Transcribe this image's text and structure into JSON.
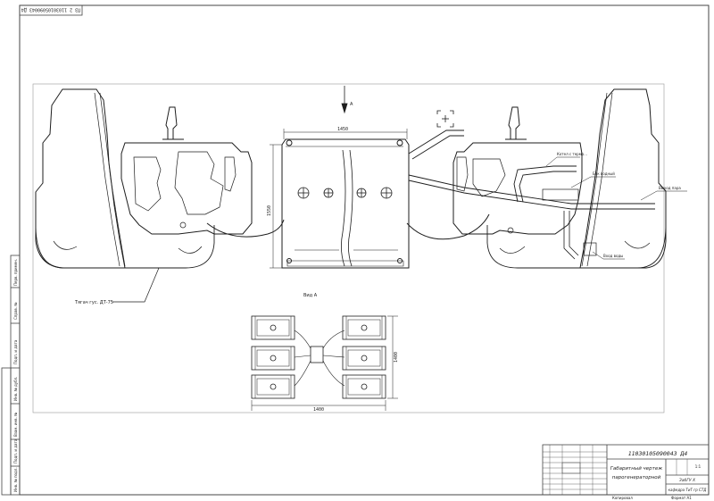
{
  "sheet": {
    "corner_stamp": "ПЗ 2 11030105090043 Д4",
    "designation": "11030105090043 Д4",
    "title_line1": "Габаритный чертеж",
    "title_line2": "парогенераторной",
    "org_line1": "ЗабГУ Х",
    "org_line2": "кафедра ТиТ гр СТД",
    "copied_label": "Копировал",
    "format_label": "Формат А1",
    "scale_label": "1:1"
  },
  "labels": {
    "view_arrow": "А",
    "view_caption": "Вид А",
    "tractor_label": "Тягач гус. ДТ-75",
    "callout_1": "Котел с термо...",
    "callout_2": "Бак водный",
    "callout_3": "Выход пара",
    "callout_4": "Вход воды",
    "dim_tank_width": "1450",
    "dim_tank_height": "1550",
    "dim_view_width": "1400",
    "dim_view_height": "1400"
  },
  "left_strip": {
    "cells": [
      "Перв. примен.",
      "Справ. №",
      "Подп. и дата",
      "Инв. № дубл.",
      "Взам. инв. №",
      "Подп. и дата",
      "Инв. № подл."
    ]
  },
  "colors": {
    "ink": "#1e1e1e",
    "paper": "#ffffff",
    "frame": "#444444"
  }
}
